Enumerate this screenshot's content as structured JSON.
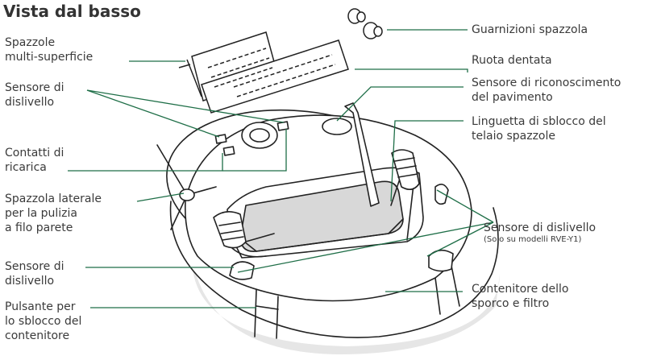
{
  "title": "Vista dal basso",
  "colors": {
    "leader": "#1e6e47",
    "line": "#222222",
    "shade": "#d8d8d8"
  },
  "labels": {
    "spazzole": [
      "Spazzole",
      "multi-superficie"
    ],
    "sensore_top": [
      "Sensore di",
      "dislivello"
    ],
    "contatti": [
      "Contatti di",
      "ricarica"
    ],
    "laterale": [
      "Spazzola laterale",
      "per la pulizia",
      "a filo parete"
    ],
    "sensore_bottom": [
      "Sensore di",
      "dislivello"
    ],
    "pulsante": [
      "Pulsante per",
      "lo sblocco del",
      "contenitore"
    ],
    "guarnizioni": [
      "Guarnizioni spazzola"
    ],
    "ruota": [
      "Ruota dentata"
    ],
    "pavimento": [
      "Sensore di riconoscimento",
      "del pavimento"
    ],
    "linguetta": [
      "Linguetta di sblocco del",
      "telaio spazzole"
    ],
    "sensore_right": [
      "Sensore di dislivello"
    ],
    "sensore_right_note": "(Solo su modelli RVE-Y1)",
    "contenitore": [
      "Contenitore dello",
      "sporco e filtro"
    ]
  }
}
